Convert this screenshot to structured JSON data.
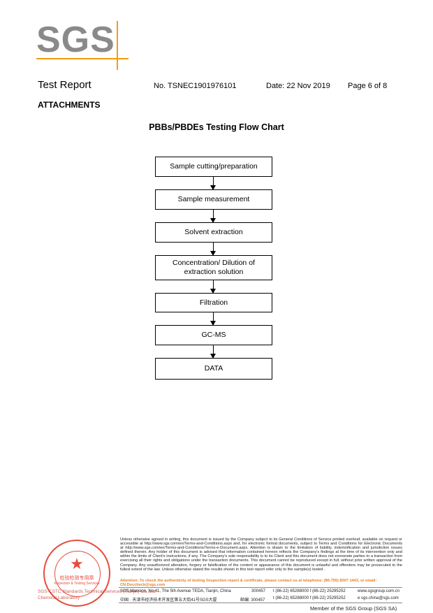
{
  "logo": {
    "text": "SGS"
  },
  "header": {
    "title": "Test Report",
    "report_no": "No. TSNEC1901976101",
    "date": "Date: 22 Nov 2019",
    "page": "Page 6 of 8"
  },
  "section": "ATTACHMENTS",
  "flowchart": {
    "title": "PBBs/PBDEs Testing Flow Chart",
    "steps": [
      "Sample cutting/preparation",
      "Sample measurement",
      "Solvent extraction",
      "Concentration/ Dilution of extraction solution",
      "Filtration",
      "GC-MS",
      "DATA"
    ]
  },
  "stamp": {
    "center": "检验检测专用章",
    "sub": "Inspection & Testing Services",
    "label1": "SGS-CSTC Standards Technical Services (Tianjin) Co.,Ltd.",
    "label2": "Chemical Laboratory"
  },
  "footer": {
    "legal": "Unless otherwise agreed in writing, this document is issued by the Company subject to its General Conditions of Service printed overleaf, available on request or accessible at http://www.sgs.com/en/Terms-and-Conditions.aspx and, for electronic format documents, subject to Terms and Conditions for Electronic Documents at http://www.sgs.com/en/Terms-and-Conditions/Terms-e-Document.aspx. Attention is drawn to the limitation of liability, indemnification and jurisdiction issues defined therein. Any holder of this document is advised that information contained hereon reflects the Company's findings at the time of its intervention only and within the limits of Client's instructions, if any. The Company's sole responsibility is to its Client and this document does not exonerate parties to a transaction from exercising all their rights and obligations under the transaction documents. This document cannot be reproduced except in full, without prior written approval of the Company. Any unauthorized alteration, forgery or falsification of the content or appearance of this document is unlawful and offenders may be prosecuted to the fullest extent of the law. Unless otherwise stated the results shown in this test report refer only to the sample(s) tested .",
    "attention": "Attention: To check the authenticity of testing /inspection report & certificate, please contact us at telephone: (86-755) 8307 1443, or email: CN.Doccheck@sgs.com",
    "address_en": "SGS Mansion, No.41, The 5th Avenue TEDA, Tianjin, China",
    "postcode_en": "300457",
    "phone_en": "t (86-22) 65288000   f (86-22) 25295252",
    "web": "www.sgsgroup.com.cn",
    "address_cn": "中国 · 天津市经济技术开发区第五大街41号SGS大厦",
    "postcode_cn": "邮编: 300457",
    "phone_cn": "t (86-22) 65288000   f (86-22) 25295252",
    "email": "e  sgs.china@sgs.com",
    "member": "Member of the SGS Group (SGS SA)"
  }
}
